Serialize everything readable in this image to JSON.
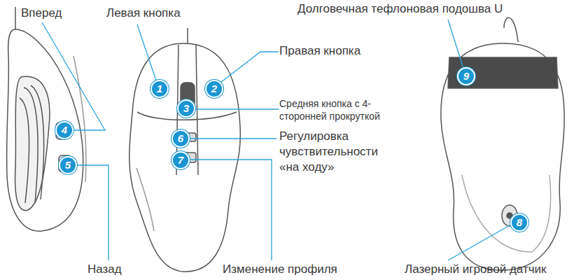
{
  "diagram": {
    "labels": [
      "Вперед",
      "Левая кнопка",
      "Долговечная тефлоновая подошва U",
      "1",
      "Правая кнопка",
      "2",
      "9",
      "Средняя кнопка с 4-сторонней прокруткой",
      "3",
      "4",
      "6",
      "Регулировка чувствительности «на ходу»",
      "7",
      "5",
      "8",
      "Назад",
      "Изменение профиля",
      "Лазерный игровой датчик"
    ]
  }
}
